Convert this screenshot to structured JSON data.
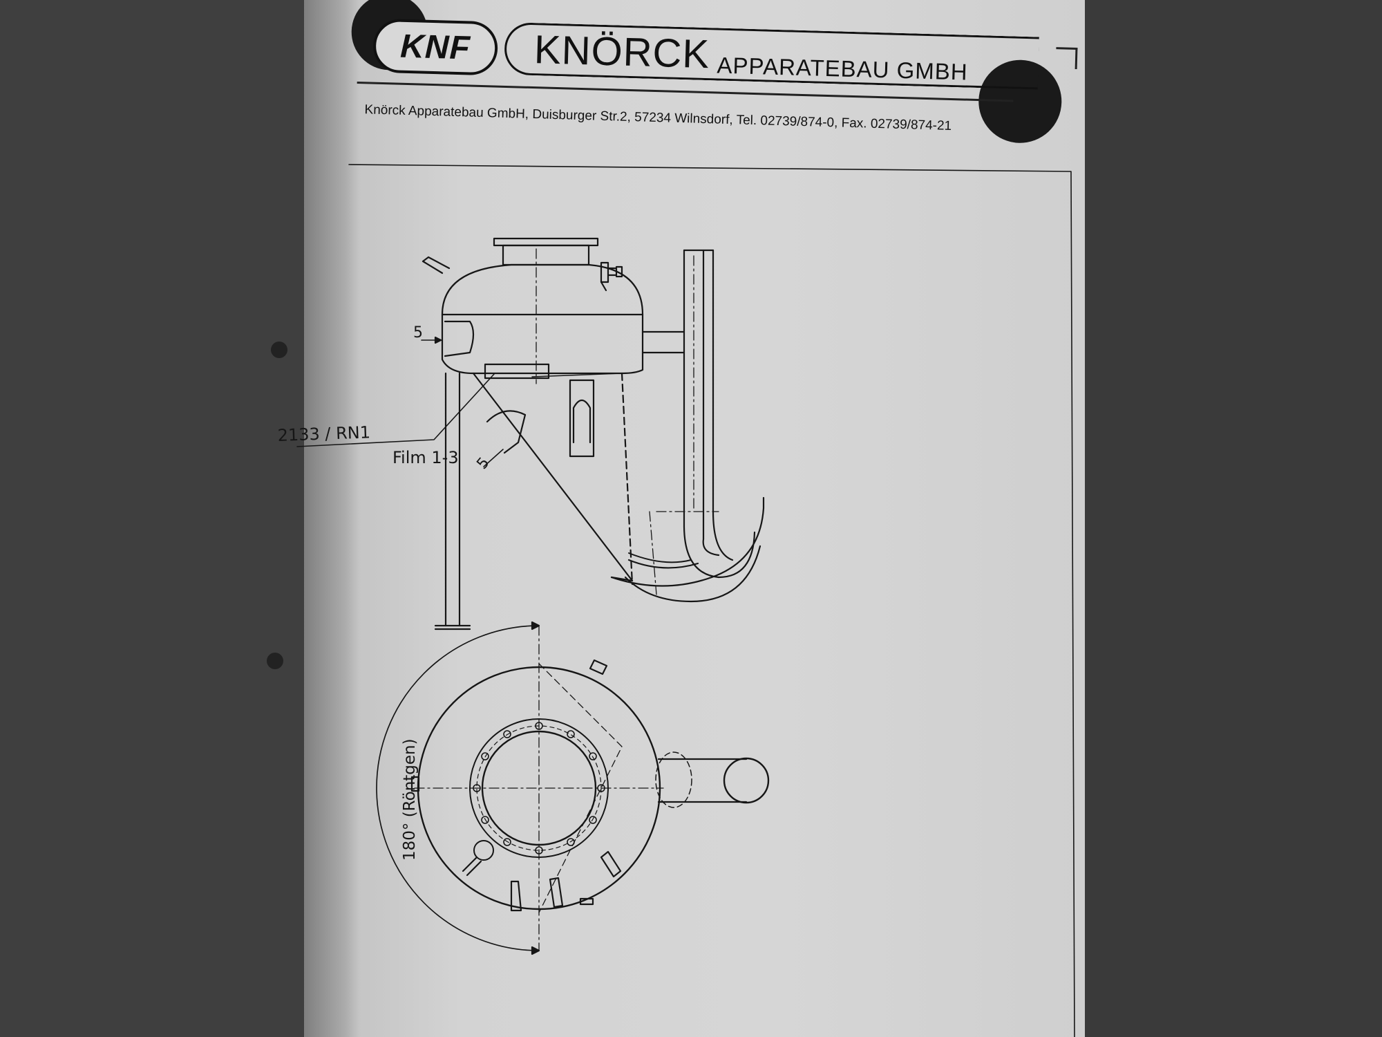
{
  "header": {
    "logo_text": "KNF",
    "company_name": "KNÖRCK",
    "company_suffix": "APPARATEBAU GMBH",
    "address": "Knörck Apparatebau GmbH, Duisburger Str.2,  57234 Wilnsdorf, Tel. 02739/874-0, Fax. 02739/874-21"
  },
  "drawing": {
    "dim_5_upper": "5",
    "dim_5_lower": "5",
    "weld_ref": "2133 / RN1",
    "film_ref": "Film 1-3",
    "angle_label": "180° (Röntgen)"
  },
  "colors": {
    "paper": "#d3d3d3",
    "ink": "#161616",
    "background": "#4b4b4b"
  }
}
